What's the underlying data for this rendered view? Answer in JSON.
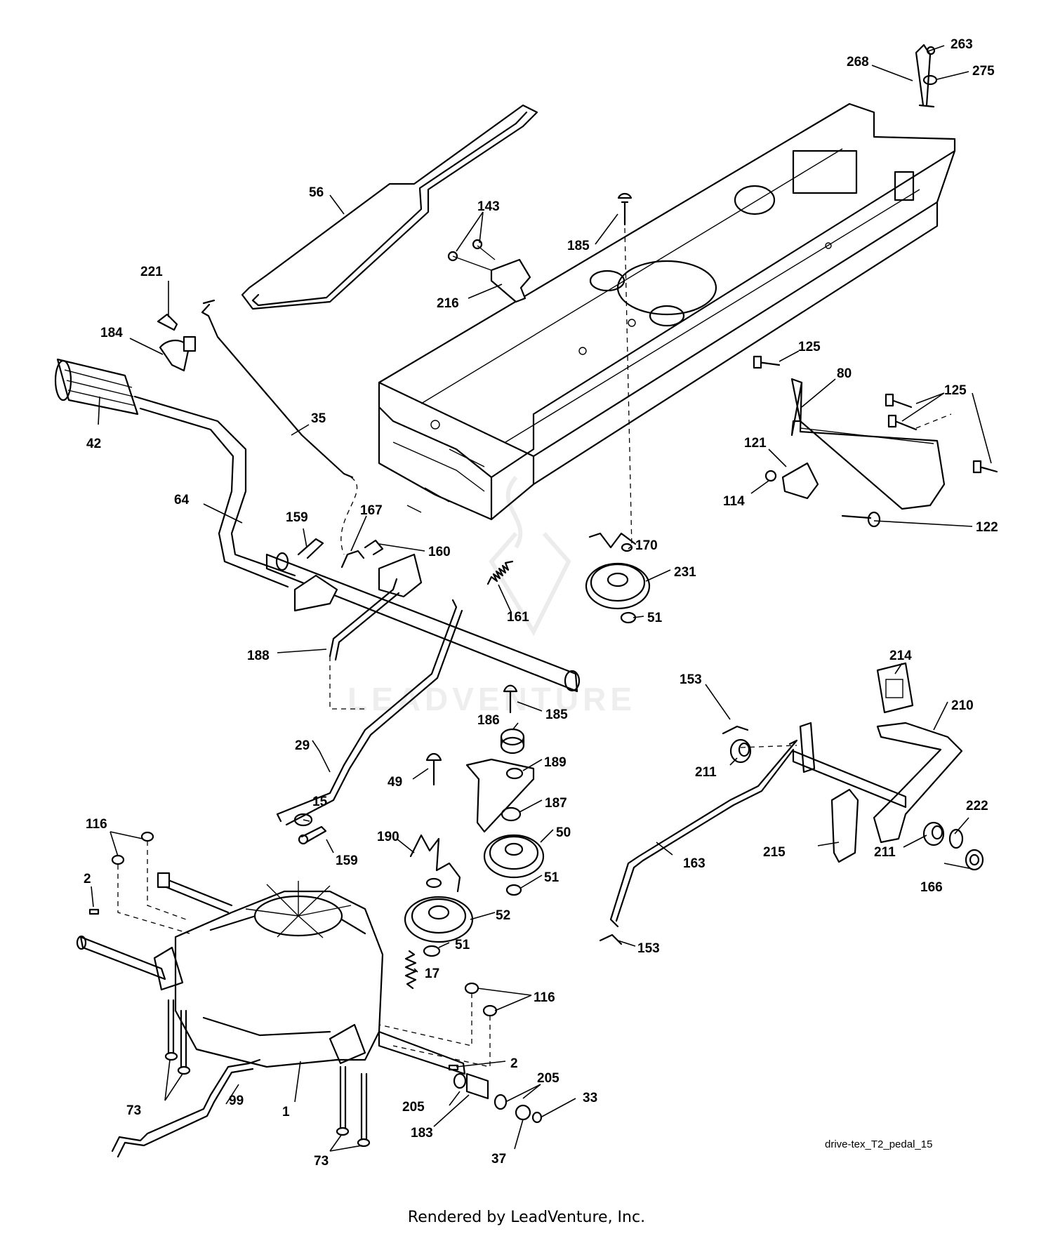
{
  "diagram": {
    "code": "drive-tex_T2_pedal_15",
    "footer": "Rendered by LeadVenture, Inc.",
    "watermark": "LEADVENTURE",
    "labels": {
      "l263": "263",
      "l275": "275",
      "l268": "268",
      "l56": "56",
      "l143": "143",
      "l185a": "185",
      "l216": "216",
      "l221": "221",
      "l184": "184",
      "l42": "42",
      "l35": "35",
      "l125a": "125",
      "l80": "80",
      "l125b": "125",
      "l121": "121",
      "l114": "114",
      "l122": "122",
      "l64": "64",
      "l159a": "159",
      "l167": "167",
      "l160": "160",
      "l170": "170",
      "l231": "231",
      "l51a": "51",
      "l161": "161",
      "l188": "188",
      "l214": "214",
      "l153a": "153",
      "l210": "210",
      "l185b": "185",
      "l186": "186",
      "l189": "189",
      "l29": "29",
      "l49": "49",
      "l211a": "211",
      "l15": "15",
      "l187": "187",
      "l50": "50",
      "l116a": "116",
      "l159b": "159",
      "l190": "190",
      "l222": "222",
      "l215": "215",
      "l211b": "211",
      "l163": "163",
      "l51b": "51",
      "l166": "166",
      "l2a": "2",
      "l52": "52",
      "l51c": "51",
      "l153b": "153",
      "l17": "17",
      "l116b": "116",
      "l2b": "2",
      "l205a": "205",
      "l205b": "205",
      "l33": "33",
      "l73a": "73",
      "l99": "99",
      "l1": "1",
      "l183": "183",
      "l37": "37",
      "l73b": "73"
    }
  }
}
